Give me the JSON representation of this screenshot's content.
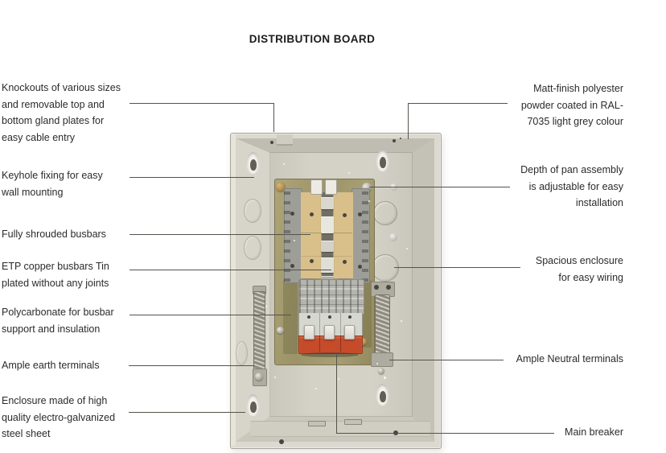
{
  "title": "DISTRIBUTION BOARD",
  "labels": {
    "left": [
      {
        "text": "Knockouts of various sizes\nand removable top and\nbottom gland plates for\neasy cable entry"
      },
      {
        "text": "Keyhole fixing for easy\nwall mounting"
      },
      {
        "text": "Fully shrouded busbars"
      },
      {
        "text": "ETP copper busbars Tin\nplated without any joints"
      },
      {
        "text": "Polycarbonate for busbar\nsupport and insulation"
      },
      {
        "text": "Ample earth terminals"
      },
      {
        "text": "Enclosure made of high\nquality electro-galvanized\nsteel sheet"
      }
    ],
    "right": [
      {
        "text": "Matt-finish polyester\npowder coated in RAL-\n7035 light grey colour"
      },
      {
        "text": "Depth of pan assembly\nis adjustable for easy\ninstallation"
      },
      {
        "text": "Spacious enclosure\nfor easy wiring"
      },
      {
        "text": "Ample Neutral terminals"
      },
      {
        "text": "Main breaker"
      }
    ]
  },
  "board": {
    "parts": [
      "enclosure-box",
      "back-panel",
      "keyhole-slots",
      "knockout-circles",
      "pan-assembly",
      "busbar-assembly",
      "main-breaker",
      "earth-terminal-strip",
      "neutral-terminal-strip",
      "bottom-gland-plate"
    ]
  },
  "colors": {
    "background": "#ffffff",
    "text": "#2b2b2b",
    "leader_line": "#55534c",
    "enclosure_grey_ral7035": "#d6d3c8",
    "pan_olive": "#a29a6e",
    "busbar_support_tan": "#d9c08a",
    "breaker_red": "#c54b2b"
  }
}
